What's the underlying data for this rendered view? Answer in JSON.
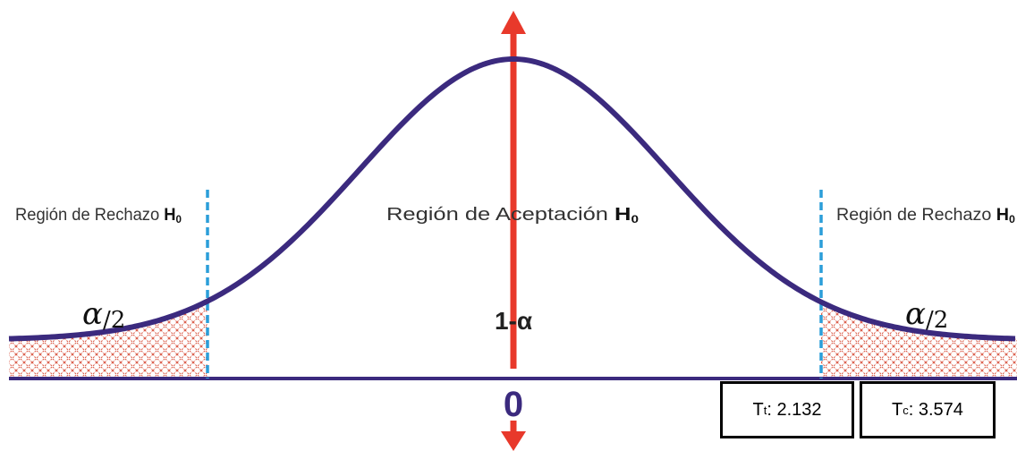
{
  "regions": {
    "left_label": "Región de Rechazo",
    "center_label": "Región de Aceptación",
    "right_label": "Región de Rechazo",
    "hypothesis_main": "H",
    "hypothesis_sub": "0"
  },
  "tails": {
    "left_alpha": "α",
    "right_alpha": "α",
    "divisor": "/2"
  },
  "center": {
    "one_minus_alpha": "1-α",
    "zero": "0"
  },
  "boxes": {
    "t_table": {
      "main": "T",
      "sub": "t",
      "value": ": 2.132"
    },
    "t_calc": {
      "main": "T",
      "sub": "c",
      "value": ": 3.574"
    }
  },
  "colors": {
    "curve": "#3b2a7e",
    "axis_arrow": "#e8392b",
    "boundary": "#2b9ed9",
    "hatch": "#d8533f",
    "zero": "#3b2a7e"
  }
}
